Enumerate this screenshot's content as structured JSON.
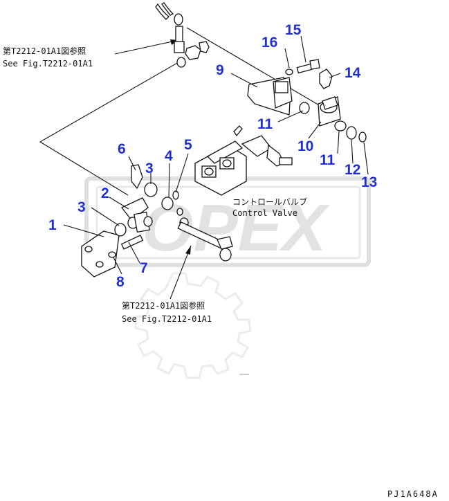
{
  "watermark": "OPEX",
  "references": {
    "top_jp": "第T2212-01A1図参照",
    "top_en": "See Fig.T2212-01A1",
    "bottom_jp": "第T2212-01A1図参照",
    "bottom_en": "See Fig.T2212-01A1"
  },
  "control_valve": {
    "jp": "コントロールバルブ",
    "en": "Control Valve"
  },
  "part_numbers": [
    "1",
    "2",
    "3",
    "3",
    "4",
    "5",
    "6",
    "7",
    "8",
    "9",
    "10",
    "11",
    "11",
    "12",
    "13",
    "14",
    "15",
    "16"
  ],
  "drawing_code": "PJ1A648A",
  "colors": {
    "callout": "#1f2fd6",
    "watermark": "#e2e2e2",
    "ink": "#111111"
  }
}
